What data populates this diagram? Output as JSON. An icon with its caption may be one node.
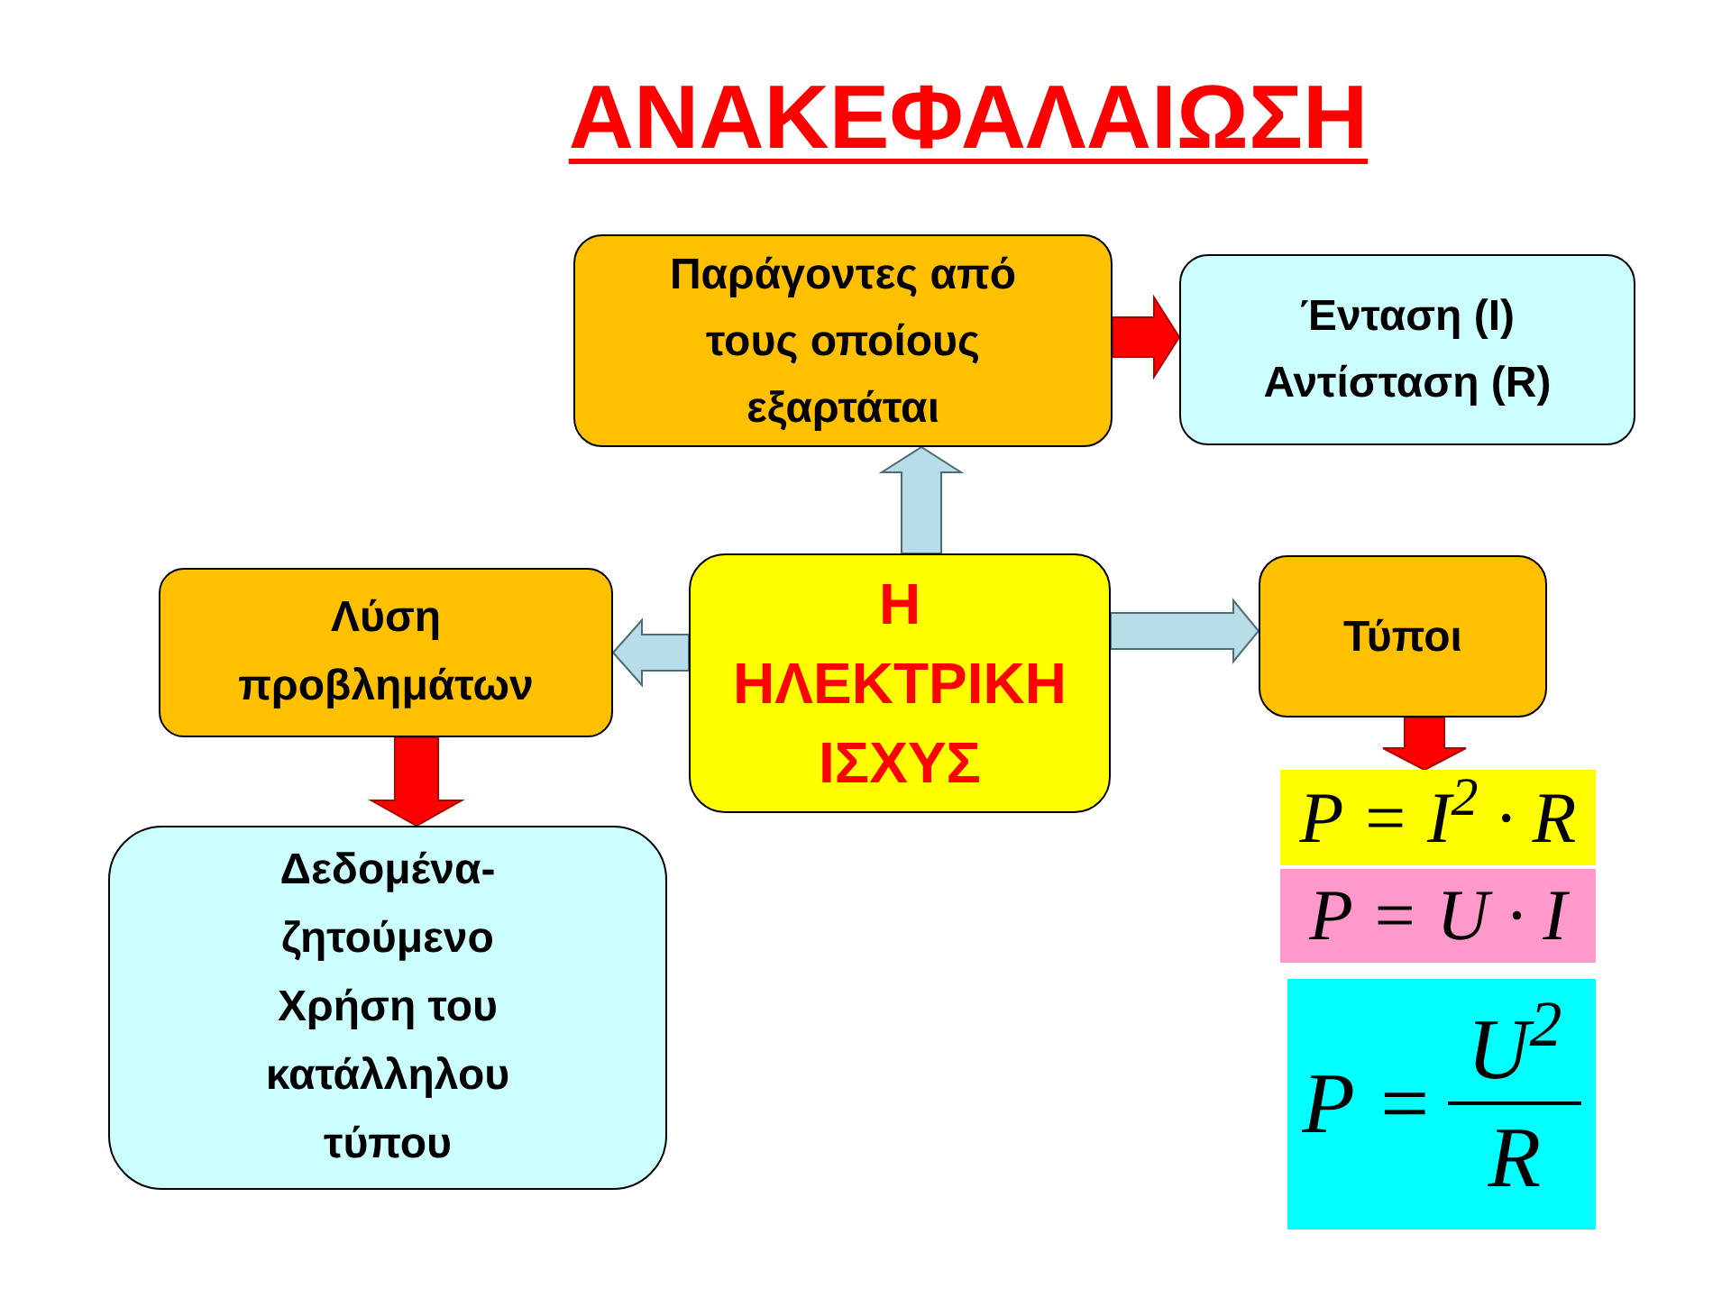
{
  "diagram": {
    "title": "ΑΝΑΚΕΦΑΛΑΙΩΣΗ",
    "nodes": [
      {
        "text": [
          "Παράγοντες από τους οποίους εξαρτάται"
        ]
      },
      {
        "text": [
          "Ένταση (I) Αντίσταση (R)"
        ]
      },
      {
        "text": [
          "Λύση προβλημάτων"
        ]
      },
      {
        "text": [
          "Η ΗΛΕΚΤΡΙΚΗ ΙΣΧΥΣ"
        ]
      },
      {
        "text": [
          "Τύποι"
        ]
      },
      {
        "text": [
          "P = I$^{2}$ · R"
        ]
      },
      {
        "text": [
          "P = U · I"
        ]
      },
      {
        "text": [
          "P =",
          "U$^{2}$",
          "R"
        ]
      },
      {
        "text": [
          "Δεδομένα- ζητούμενο Χρήση του κατάλληλου τύπου"
        ]
      }
    ],
    "edges": [
      {
        "from": 3,
        "to": 0,
        "arrow": "to"
      },
      {
        "from": 0,
        "to": 1,
        "arrow": "to",
        "color": "#ff0000"
      },
      {
        "from": 3,
        "to": 2,
        "arrow": "to"
      },
      {
        "from": 3,
        "to": 4,
        "arrow": "to"
      },
      {
        "from": 4,
        "to": 5,
        "arrow": "to",
        "color": "#ff0000"
      },
      {
        "from": 2,
        "to": 8,
        "arrow": "to",
        "color": "#ff0000"
      }
    ]
  }
}
